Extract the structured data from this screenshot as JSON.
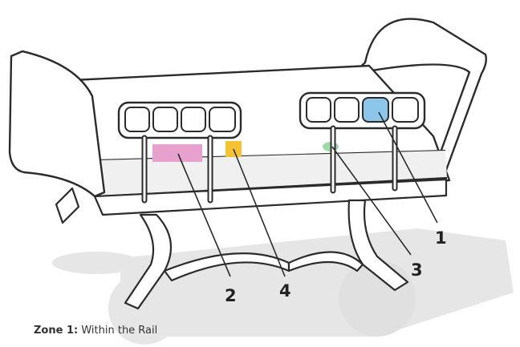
{
  "callouts": [
    {
      "number": "1"
    },
    {
      "number": "2"
    },
    {
      "number": "3"
    },
    {
      "number": "4"
    }
  ],
  "caption": {
    "label": "Zone 1:",
    "text": "Within the Rail"
  },
  "colors": {
    "outline": "#2b2b2b",
    "shadow": "#e6e6e6",
    "zone1": "#8cc6ea",
    "zone2": "#e6a1cf",
    "zone3": "#9fd9a8",
    "zone4": "#f4c233"
  }
}
